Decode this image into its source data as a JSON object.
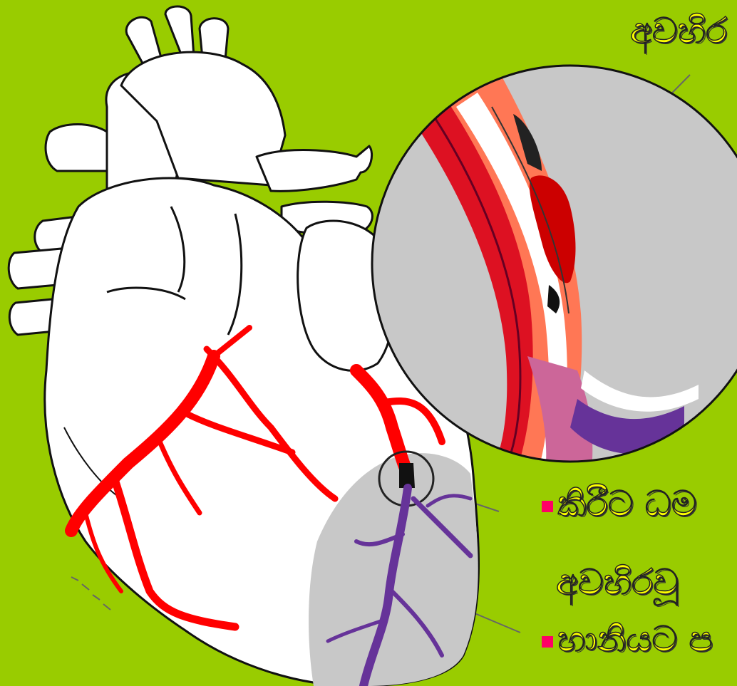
{
  "labels": {
    "top": "අවහිර",
    "bullet1": "කිරීට ධම",
    "bullet1_cont": "අවහිරවූ",
    "bullet2": "හානියට ප"
  },
  "colors": {
    "background": "#99cc00",
    "label_text": "#ffff00",
    "bullet": "#ff0066",
    "artery": "#ff0000",
    "blocked_artery": "#663399",
    "heart_fill": "#ffffff",
    "damage_zone": "#c8c8c8"
  },
  "icons": [
    "heart-illustration",
    "artery-cross-section-magnifier",
    "bullet-square-icon"
  ]
}
